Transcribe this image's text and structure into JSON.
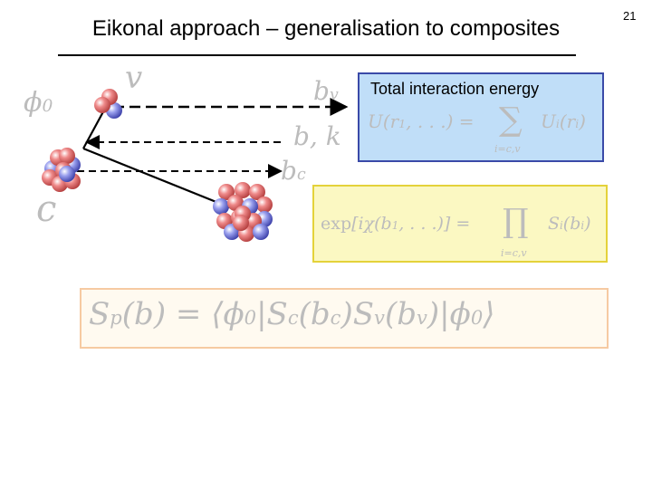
{
  "page_number": "21",
  "slide": {
    "title": "Eikonal approach – generalisation to composites"
  },
  "diagram": {
    "label_phi0": "ϕ₀",
    "label_v": "v",
    "label_c": "c",
    "label_bv": "b_v",
    "label_bk": "b, k",
    "label_bc": "b_c"
  },
  "energy_box": {
    "title": "Total interaction energy",
    "formula": "U(r₁,…) = ∑ᵢ₌꜀,ᵥ Uᵢ(rᵢ)"
  },
  "phase_box": {
    "formula": "exp[iχ(b₁,…)] = ∏ᵢ₌꜀,ᵥ Sᵢ(bᵢ)"
  },
  "smatrix_box": {
    "formula": "S_p(b) = ⟨ϕ₀|S_c(b_c)S_v(b_v)|ϕ₀⟩"
  },
  "colors": {
    "proton": "#ef8a8a",
    "neutron": "#9aa0ee",
    "energy_box_fill": "#c0def8",
    "energy_box_border": "#3a4aa8",
    "phase_box_fill": "#fbf8c2",
    "phase_box_border": "#e4d23a",
    "smatrix_box_fill": "#fffaf0",
    "smatrix_box_border": "#f6caa2",
    "faded_math": "#bcbcbc"
  }
}
